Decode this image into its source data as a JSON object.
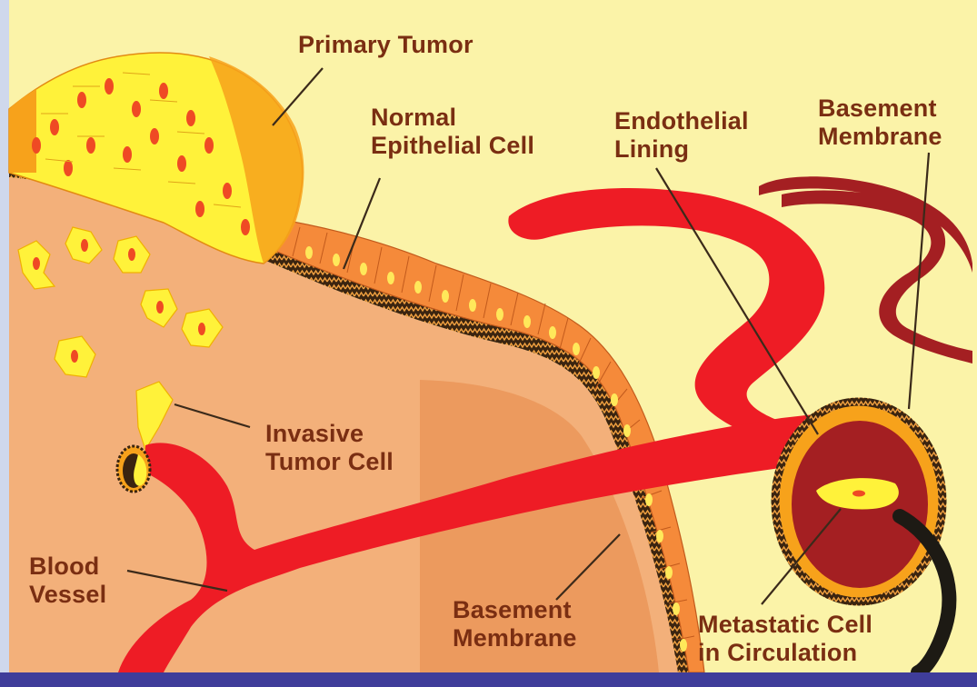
{
  "labels": {
    "primary_tumor": "Primary Tumor",
    "normal_epithelial": {
      "line1": "Normal",
      "line2": "Epithelial Cell"
    },
    "endothelial_lining": {
      "line1": "Endothelial",
      "line2": "Lining"
    },
    "basement_membrane_top": {
      "line1": "Basement",
      "line2": "Membrane"
    },
    "invasive_tumor_cell": {
      "line1": "Invasive",
      "line2": "Tumor Cell"
    },
    "blood_vessel": {
      "line1": "Blood",
      "line2": "Vessel"
    },
    "basement_membrane_bottom": {
      "line1": "Basement",
      "line2": "Membrane"
    },
    "metastatic_cell": {
      "line1": "Metastatic Cell",
      "line2": "in Circulation"
    }
  },
  "colors": {
    "background": "#fbf3a8",
    "tissue": "#f3b07a",
    "tissue_dark": "#ec9a5e",
    "vessel_red": "#ee1c25",
    "vessel_dark": "#a41f22",
    "tumor_yellow": "#fff23a",
    "tumor_orange": "#f7a21b",
    "epithelial_orange": "#f58a3a",
    "label_text": "#7a2e12",
    "caption_bar": "#3f3d9a"
  }
}
